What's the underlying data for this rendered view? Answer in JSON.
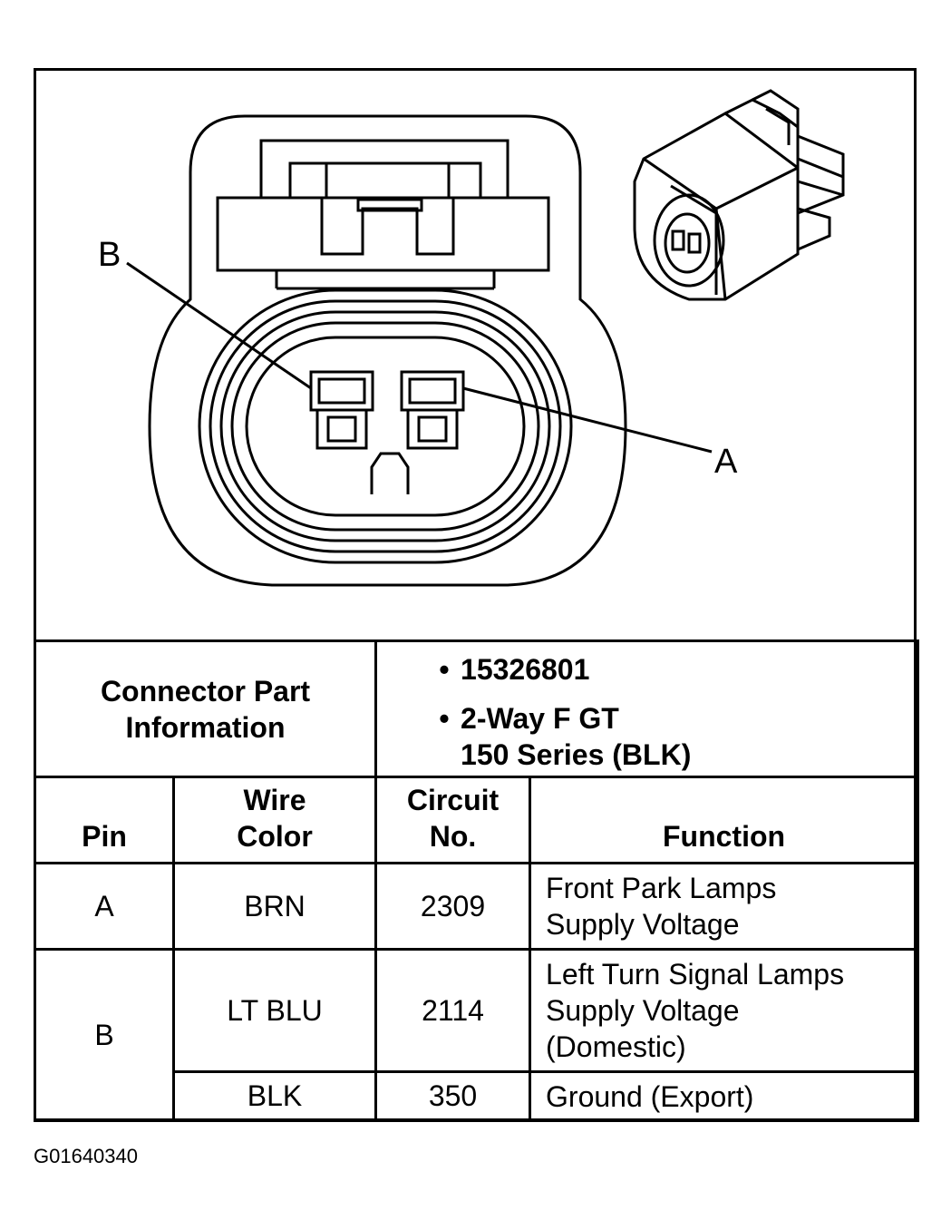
{
  "diagram": {
    "label_a": "A",
    "label_b": "B"
  },
  "part_info": {
    "heading": "Connector Part Information",
    "heading_line1": "Connector Part",
    "heading_line2": "Information",
    "bullet1": "15326801",
    "bullet2_line1": "2-Way F GT",
    "bullet2_line2": "150 Series (BLK)",
    "bullet_symbol": "•"
  },
  "table": {
    "headers": {
      "pin": "Pin",
      "wire_color_line1": "Wire",
      "wire_color_line2": "Color",
      "circuit_line1": "Circuit",
      "circuit_line2": "No.",
      "function": "Function"
    },
    "rows": [
      {
        "pin": "A",
        "wire": "BRN",
        "circuit": "2309",
        "function_line1": "Front Park Lamps",
        "function_line2": "Supply Voltage"
      },
      {
        "pin": "B",
        "wire": "LT BLU",
        "circuit": "2114",
        "function_line1": "Left Turn Signal Lamps",
        "function_line2": "Supply Voltage",
        "function_line3": "(Domestic)"
      },
      {
        "pin": "",
        "wire": "BLK",
        "circuit": "350",
        "function_line1": "Ground (Export)"
      }
    ]
  },
  "footer": {
    "code": "G01640340"
  }
}
